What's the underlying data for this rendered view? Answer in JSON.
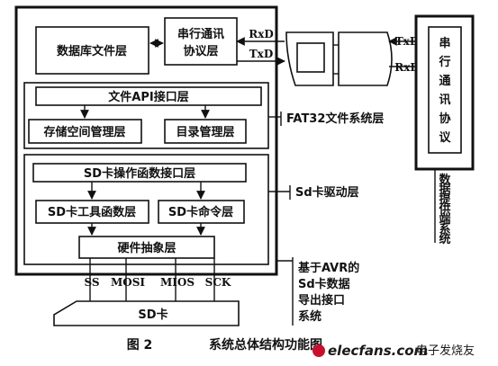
{
  "diagram": {
    "db_layer": "数据库文件层",
    "serial_protocol_line1": "串行通讯",
    "serial_protocol_line2": "协议层",
    "file_api": "文件API接口层",
    "storage_mgmt": "存储空间管理层",
    "dir_mgmt": "目录管理层",
    "fat32_label": "FAT32文件系统层",
    "sd_op_api": "SD卡操作函数接口层",
    "sd_tools": "SD卡工具函数层",
    "sd_cmd": "SD卡命令层",
    "sd_driver_label": "Sd卡驱动层",
    "hal": "硬件抽象层",
    "sig_ss": "SS",
    "sig_mosi": "MOSI",
    "sig_miso": "MIOS",
    "sig_sck": "SCK",
    "sd_card": "SD卡",
    "rxd": "RxD",
    "txd": "TxD",
    "right_txd": "TxD",
    "right_rxd": "RxD",
    "right_protocol_chars": [
      "串",
      "行",
      "通",
      "讯",
      "协",
      "议"
    ],
    "data_provider_chars": [
      "数",
      "据",
      "提",
      "供",
      "端",
      "系",
      "统"
    ],
    "system_label_lines": [
      "基于AVR的",
      "Sd卡数据",
      "导出接口",
      "系统"
    ]
  },
  "caption": {
    "figure_no": "图 2",
    "title": "系统总体结构功能图"
  },
  "watermark": {
    "brand": "elecfans.com",
    "cn": "电子发烧友"
  }
}
